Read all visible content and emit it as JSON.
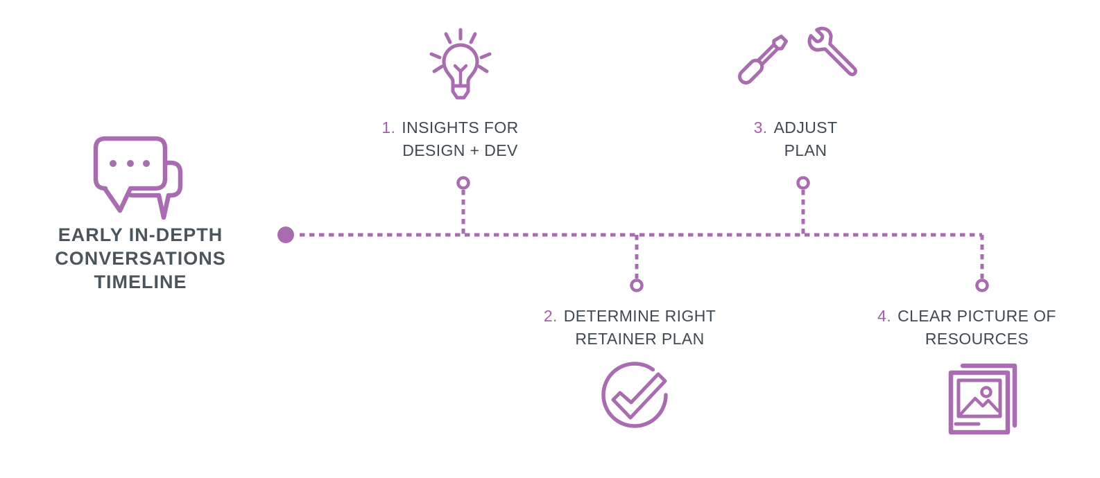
{
  "colors": {
    "background": "#ffffff",
    "accent": "#a96cb1",
    "number": "#a45fa8",
    "label_text": "#3f4950",
    "title_text": "#4b555c"
  },
  "header": {
    "icon": "chat-bubbles-icon",
    "title_lines": [
      "EARLY IN-DEPTH",
      "CONVERSATIONS",
      "TIMELINE"
    ]
  },
  "timeline": {
    "style": "dashed",
    "start_marker": "filled-circle",
    "milestones": [
      {
        "number": "1.",
        "label_line1": "INSIGHTS FOR",
        "label_line2": "DESIGN + DEV",
        "icon": "lightbulb-icon",
        "position": "above"
      },
      {
        "number": "2.",
        "label_line1": "DETERMINE RIGHT",
        "label_line2": "RETAINER PLAN",
        "icon": "check-circle-icon",
        "position": "below"
      },
      {
        "number": "3.",
        "label_line1": "ADJUST",
        "label_line2": "PLAN",
        "icon": "tools-icon",
        "position": "above"
      },
      {
        "number": "4.",
        "label_line1": "CLEAR PICTURE OF",
        "label_line2": "RESOURCES",
        "icon": "picture-frames-icon",
        "position": "below"
      }
    ]
  }
}
